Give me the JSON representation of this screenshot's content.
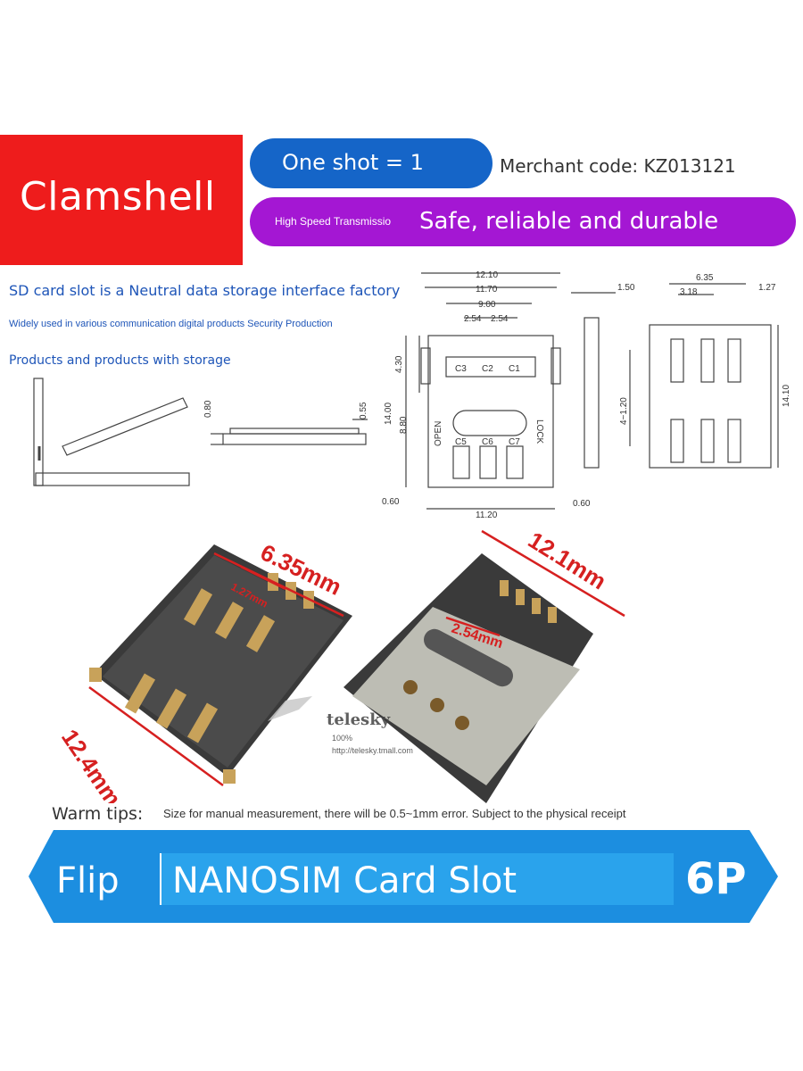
{
  "header": {
    "badge": "Clamshell",
    "pack": "One shot = 1",
    "merchant": "Merchant code: KZ013121",
    "sub_small": "High Speed Transmissio",
    "sub_big": "Safe, reliable and durable"
  },
  "description": {
    "line1": "SD card slot is a Neutral data storage interface factory",
    "line2": "Widely used in various communication digital products Security Production",
    "line3": "Products and products with storage"
  },
  "drawing": {
    "top_view": {
      "dims": [
        "12.10",
        "11.70",
        "9.00",
        "2.54",
        "2.54",
        "4.30",
        "14.00",
        "8.80",
        "0.60",
        "11.20",
        "0.60"
      ],
      "contacts_top": [
        "C3",
        "C2",
        "C1"
      ],
      "contacts_bottom": [
        "C5",
        "C6",
        "C7"
      ],
      "open_label": "OPEN",
      "lock_label": "LOCK"
    },
    "side_view": {
      "dims": [
        "0.80",
        "0.55"
      ]
    },
    "end_view": {
      "dims": [
        "1.50"
      ]
    },
    "pcb_view": {
      "dims": [
        "6.35",
        "3.18",
        "1.27",
        "4~1.20",
        "14.10"
      ]
    }
  },
  "photo": {
    "measurements": [
      "6.35mm",
      "1.27mm",
      "12.4mm",
      "12.1mm",
      "2.54mm"
    ],
    "watermark_brand": "telesky",
    "watermark_url": "http://telesky.tmall.com",
    "watermark_line": "100%"
  },
  "tips": {
    "label": "Warm tips:",
    "note": "Size for manual measurement, there will be 0.5~1mm error. Subject to the physical receipt"
  },
  "banner": {
    "flip": "Flip",
    "title": "NANOSIM Card Slot",
    "pins": "6P"
  },
  "colors": {
    "red": "#ee1c1c",
    "blue": "#1565c8",
    "purple": "#a417d3",
    "banner_blue": "#1c8ee0",
    "measure_red": "#d62020"
  }
}
